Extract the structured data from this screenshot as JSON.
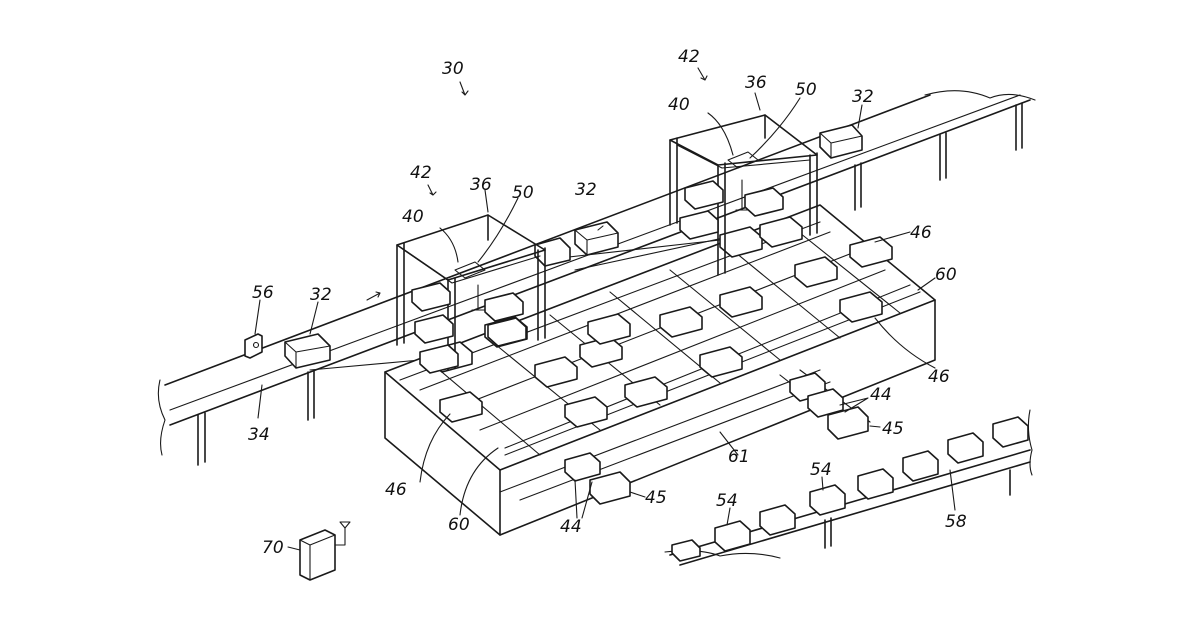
{
  "figure": {
    "labels": {
      "system": "30",
      "station_left": "42",
      "station_right": "42",
      "gantry_left": "36",
      "gantry_right": "36",
      "arm_left": "40",
      "arm_right": "40",
      "camera_left": "50",
      "camera_right": "50",
      "tote_input": "32",
      "tote_mid": "32",
      "tote_far": "32",
      "scanner": "56",
      "conveyor": "34",
      "order_containers_front": "46",
      "order_containers_back": "46",
      "order_containers_right": "46",
      "rack_front": "60",
      "rack_back": "60",
      "shelf_track": "61",
      "outbound_boxes_front": "44",
      "outbound_boxes_back": "44",
      "outbound_slot_front": "45",
      "outbound_slot_back": "45",
      "shipping_box_a": "54",
      "shipping_box_b": "54",
      "outbound_conveyor": "58",
      "controller": "70"
    }
  }
}
